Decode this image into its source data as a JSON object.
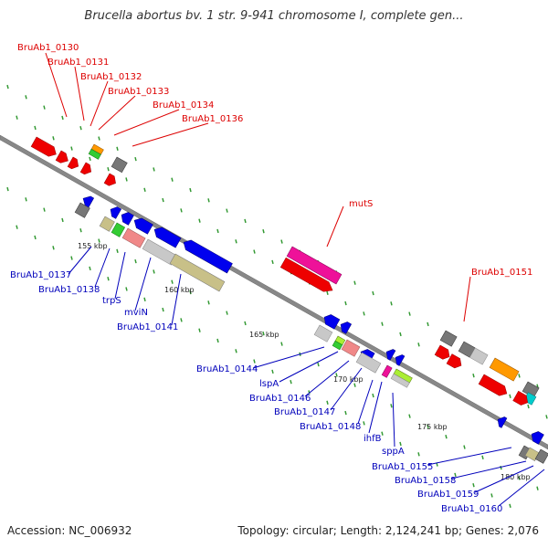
{
  "title": "Brucella abortus bv. 1 str. 9-941 chromosome I, complete gen...",
  "accession": "Accession: NC_006932",
  "topology": "Topology: circular; Length: 2,124,241 bp; Genes: 2,076",
  "colors": {
    "forward_label": "#dd0000",
    "reverse_label": "#0000bb",
    "red": "#ee0000",
    "blue": "#0000ee",
    "pink": "#ee1199",
    "gray": "#777777",
    "lightgray": "#c8c8c8",
    "khaki": "#c8c088",
    "salmon": "#f08888",
    "green": "#33cc33",
    "lime": "#aaee33",
    "orange": "#ff9900",
    "cyan": "#00cccc",
    "backbone": "#888888",
    "dots": "#339933"
  },
  "ticks": {
    "t155": "155 kbp",
    "t160": "160 kbp",
    "t165": "165 kbp",
    "t170": "170 kbp",
    "t175": "175 kbp",
    "t180": "180 kbp"
  },
  "forward_labels": {
    "l0130": "BruAb1_0130",
    "l0131": "BruAb1_0131",
    "l0132": "BruAb1_0132",
    "l0133": "BruAb1_0133",
    "l0134": "BruAb1_0134",
    "l0136": "BruAb1_0136",
    "mutS": "mutS",
    "l0151": "BruAb1_0151"
  },
  "reverse_labels": {
    "l0137": "BruAb1_0137",
    "l0138": "BruAb1_0138",
    "trpS": "trpS",
    "mviN": "mviN",
    "l0141": "BruAb1_0141",
    "l0144": "BruAb1_0144",
    "lspA": "lspA",
    "l0146": "BruAb1_0146",
    "l0147": "BruAb1_0147",
    "l0148": "BruAb1_0148",
    "ihfB": "ihfB",
    "sppA": "sppA",
    "l0155": "BruAb1_0155",
    "l0158": "BruAb1_0158",
    "l0159": "BruAb1_0159",
    "l0160": "BruAb1_0160"
  }
}
